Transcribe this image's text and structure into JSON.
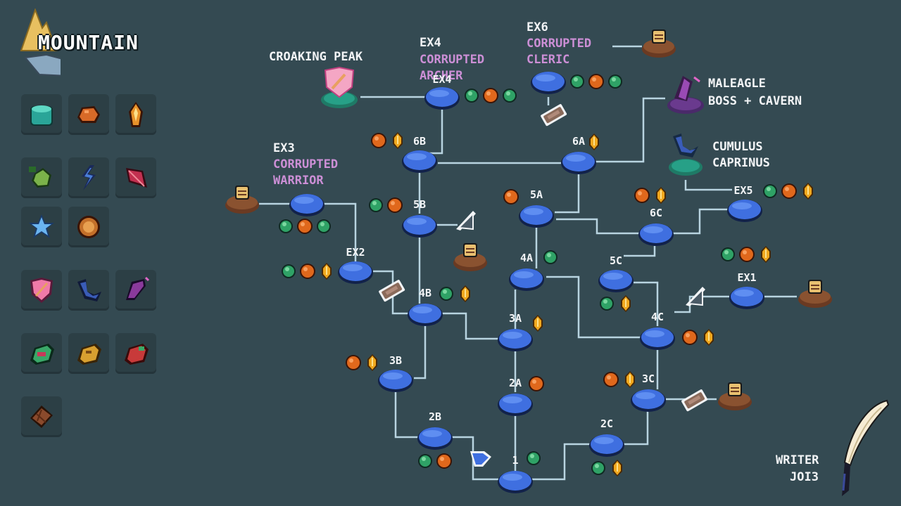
{
  "header": {
    "title": "MOUNTAIN"
  },
  "inventory": [
    {
      "name": "moss-block-icon",
      "color": "#2aa598"
    },
    {
      "name": "copper-ore-icon",
      "color": "#d86a28"
    },
    {
      "name": "fire-crystal-icon",
      "color": "#e8922a"
    },
    {
      "name": "green-seed-icon",
      "color": "#7bb24a"
    },
    {
      "name": "blue-bolt-icon",
      "color": "#4a7ed8"
    },
    {
      "name": "red-feather-icon",
      "color": "#c23050"
    },
    {
      "name": "blue-starfish-icon",
      "color": "#6ab4f0"
    },
    {
      "name": "bronze-coin-icon",
      "color": "#c4702a"
    },
    {
      "name": "pink-heart-shield-icon",
      "color": "#f07aa8"
    },
    {
      "name": "blue-horn-icon",
      "color": "#3a5cb8"
    },
    {
      "name": "purple-feather-icon",
      "color": "#8a3a9c"
    },
    {
      "name": "green-fish-icon",
      "color": "#3aa868"
    },
    {
      "name": "gold-fish-icon",
      "color": "#d8a030"
    },
    {
      "name": "red-fish-icon",
      "color": "#c83a3a"
    },
    {
      "name": "chocolate-bar-icon",
      "color": "#8a4a2c"
    }
  ],
  "labels": {
    "croaking_peak": "CROAKING PEAK",
    "ex4": "EX4",
    "corrupted_archer_1": "CORRUPTED",
    "corrupted_archer_2": "ARCHER",
    "ex6": "EX6",
    "corrupted_cleric_1": "CORRUPTED",
    "corrupted_cleric_2": "CLERIC",
    "malengle_1": "MALEAGLE",
    "malengle_2": "BOSS + CAVERN",
    "ex3": "EX3",
    "corrupted_warrior_1": "CORRUPTED",
    "corrupted_warrior_2": "WARRIOR",
    "cumulus_1": "CUMULUS",
    "cumulus_2": "CAPRINUS",
    "writer_1": "WRITER",
    "writer_2": "JOI3"
  },
  "nodes": [
    {
      "id": "EX4",
      "label": "EX4"
    },
    {
      "id": "EX6",
      "label": ""
    },
    {
      "id": "6B",
      "label": "6B"
    },
    {
      "id": "6A",
      "label": "6A"
    },
    {
      "id": "EX3",
      "label": ""
    },
    {
      "id": "5B",
      "label": "5B"
    },
    {
      "id": "5A",
      "label": "5A"
    },
    {
      "id": "6C",
      "label": "6C"
    },
    {
      "id": "EX5",
      "label": "EX5"
    },
    {
      "id": "EX2",
      "label": "EX2"
    },
    {
      "id": "4A",
      "label": "4A"
    },
    {
      "id": "5C",
      "label": "5C"
    },
    {
      "id": "4B",
      "label": "4B"
    },
    {
      "id": "EX1",
      "label": "EX1"
    },
    {
      "id": "3A",
      "label": "3A"
    },
    {
      "id": "4C",
      "label": "4C"
    },
    {
      "id": "3B",
      "label": "3B"
    },
    {
      "id": "2A",
      "label": "2A"
    },
    {
      "id": "3C",
      "label": "3C"
    },
    {
      "id": "2B",
      "label": "2B"
    },
    {
      "id": "2C",
      "label": "2C"
    },
    {
      "id": "1",
      "label": "1"
    }
  ],
  "colors": {
    "background": "#344a52",
    "node_fill": "#3f6fe0",
    "node_highlight": "#7aa8ff",
    "path_line": "#b8d4e0",
    "label_purple": "#cc8fd6",
    "label_white": "#f2f4f6",
    "gem_green": "#2fa266",
    "gem_orange": "#e0681c",
    "gem_gold": "#f0a81e"
  }
}
